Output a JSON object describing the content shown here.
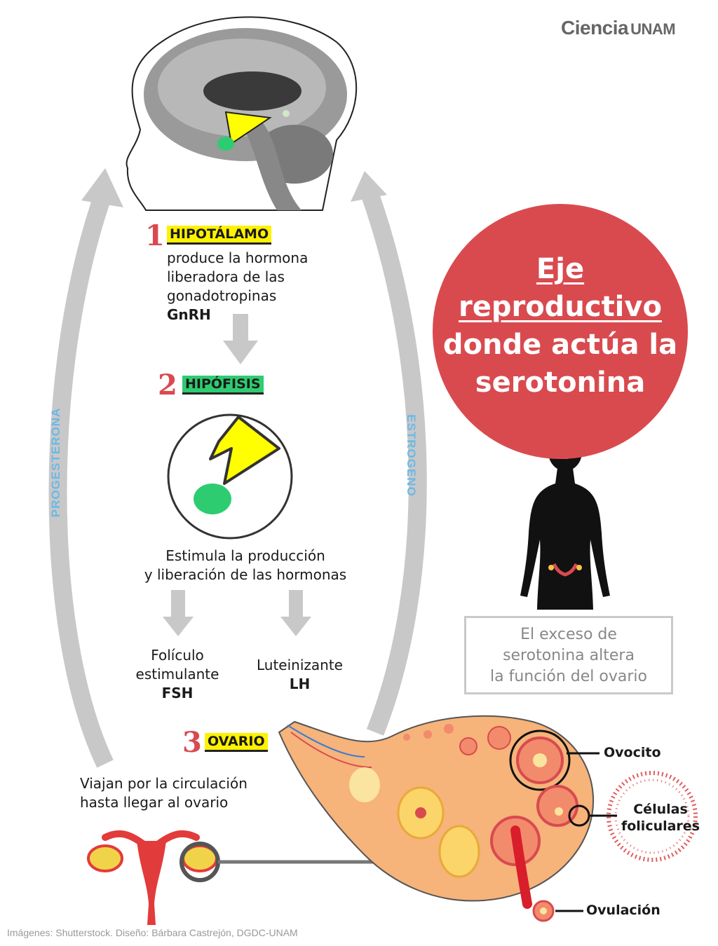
{
  "brand": {
    "name": "Ciencia",
    "suffix": "UNAM"
  },
  "step1": {
    "number": "1",
    "title": "HIPOTÁLAMO",
    "lines": [
      "produce la hormona",
      "liberadora de las",
      "gonadotropinas"
    ],
    "hormone": "GnRH"
  },
  "step2": {
    "number": "2",
    "title": "HIPÓFISIS",
    "lines": [
      "Estimula la producción",
      "y liberación de las hormonas"
    ]
  },
  "hormones": {
    "fsh": {
      "lines": [
        "Folículo",
        "estimulante"
      ],
      "abbr": "FSH"
    },
    "lh": {
      "lines": [
        "Luteinizante"
      ],
      "abbr": "LH"
    }
  },
  "step3": {
    "number": "3",
    "title": "OVARIO"
  },
  "arrows": {
    "left_label": "PROGESTERONA",
    "right_label": "ESTROGENO"
  },
  "circulation": {
    "lines": [
      "Viajan por la circulación",
      "hasta llegar al ovario"
    ]
  },
  "circle": {
    "lines": [
      "Eje",
      "reproductivo",
      "donde actúa la",
      "serotonina"
    ]
  },
  "note": {
    "lines": [
      "El exceso de",
      "serotonina altera",
      "la función del ovario"
    ]
  },
  "ovary_labels": {
    "ovocito": "Ovocito",
    "celulas": [
      "Células",
      "foliculares"
    ],
    "ovulacion": "Ovulación"
  },
  "credit": "Imágenes: Shutterstock. Diseño:  Bárbara Castrejón, DGDC-UNAM",
  "colors": {
    "red": "#d94a4f",
    "yellow": "#fff200",
    "green": "#2ecc71",
    "gray_arrow": "#c8c8c8",
    "blue_label": "#6cb8e6"
  },
  "icons": [
    "brain-illustration",
    "pituitary-diagram-icon",
    "woman-silhouette-icon",
    "ovary-illustration",
    "uterus-icon",
    "follicular-cells-icon",
    "ovum-icon"
  ]
}
